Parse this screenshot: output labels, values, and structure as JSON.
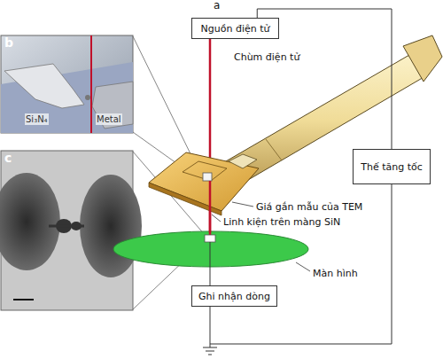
{
  "diagram": {
    "nodes": [
      {
        "text": [
          "Nguồn điện tử"
        ]
      },
      {
        "text": [
          "Thế tăng tốc"
        ]
      },
      {
        "text": [
          "Ghi nhận dòng"
        ]
      }
    ],
    "edges": [
      {
        "from": 0,
        "to": 1,
        "arrow": "none"
      },
      {
        "from": 1,
        "to": 2,
        "arrow": "none"
      }
    ],
    "labels": [
      "a",
      "b",
      "c",
      "Chùm điện tử",
      "Giá gắn mẫu của TEM",
      "Linh kiện trên màng SiN",
      "Màn hình",
      "Si₃N₄",
      "Metal"
    ]
  }
}
